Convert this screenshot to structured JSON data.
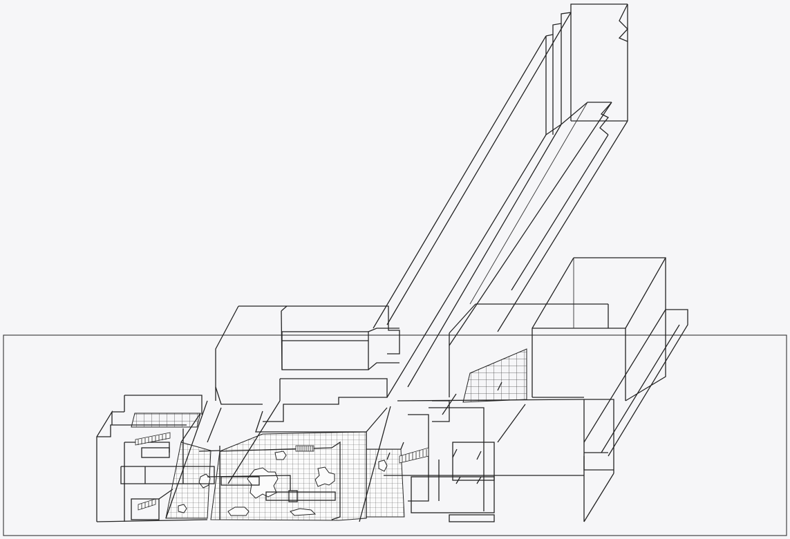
{
  "diagram": {
    "kind": "axonometric-architectural-wireframe",
    "colors": {
      "background": "#f6f6f8",
      "line": "#222222",
      "grid_line": "#555555"
    },
    "parts": [
      "ground-frame",
      "left-wing",
      "central-block",
      "courtyard-grid",
      "diagonal-tower-arm",
      "right-block",
      "stairs",
      "columns"
    ]
  }
}
